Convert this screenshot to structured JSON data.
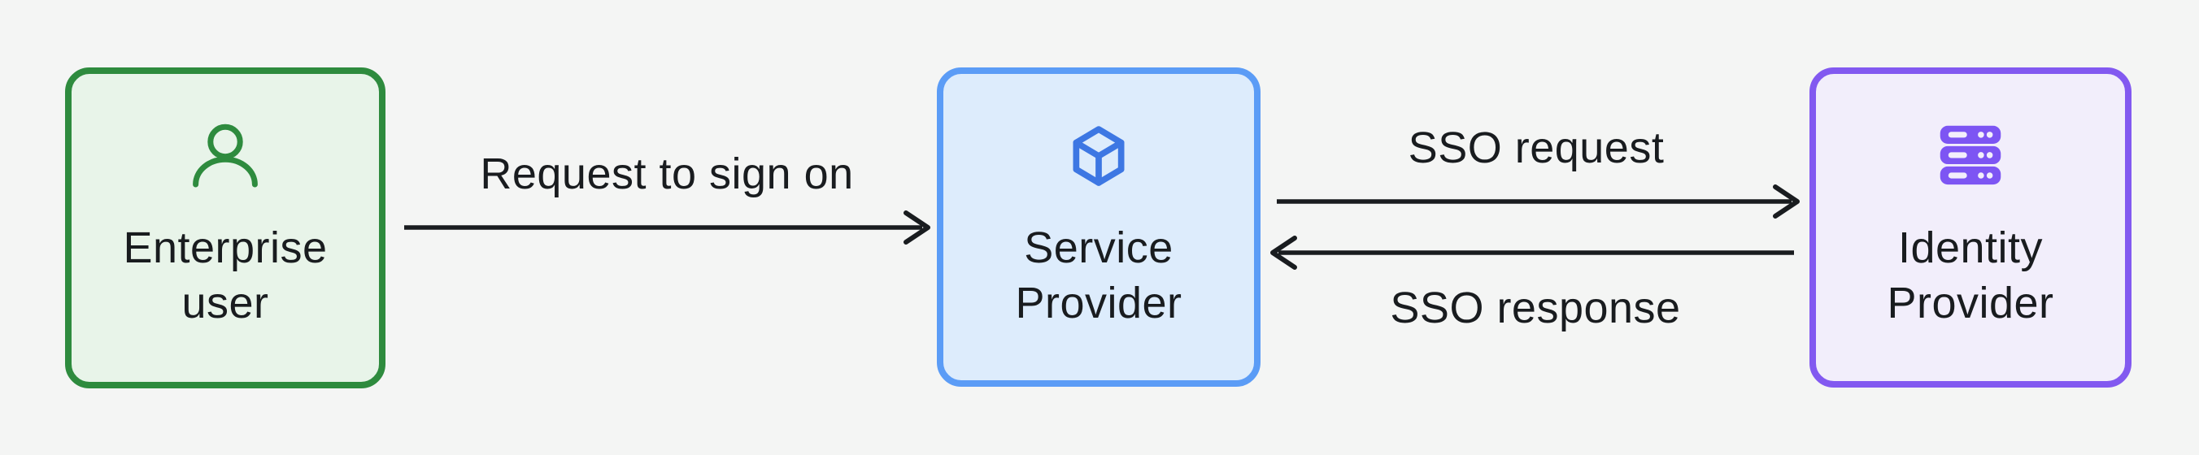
{
  "canvas": {
    "background": "#f4f5f4",
    "arrow_color": "#191c1f",
    "text_color": "#191c1f"
  },
  "nodes": [
    {
      "label": "Enterprise user",
      "icon": "user-icon",
      "border_color": "#2e8b3e",
      "fill_color": "#e8f4e9",
      "icon_color": "#2e8b3e"
    },
    {
      "label": "Service Provider",
      "icon": "cube-icon",
      "border_color": "#5b9cf6",
      "fill_color": "#ddecfc",
      "icon_color": "#3d77e3"
    },
    {
      "label": "Identity Provider",
      "icon": "server-icon",
      "border_color": "#8259f0",
      "fill_color": "#f2eefb",
      "icon_color": "#7d55f3"
    }
  ],
  "edges": [
    {
      "label": "Request to sign on",
      "from": "Enterprise user",
      "to": "Service Provider",
      "direction": "right"
    },
    {
      "label": "SSO request",
      "from": "Service Provider",
      "to": "Identity Provider",
      "direction": "right"
    },
    {
      "label": "SSO response",
      "from": "Identity Provider",
      "to": "Service Provider",
      "direction": "left"
    }
  ]
}
